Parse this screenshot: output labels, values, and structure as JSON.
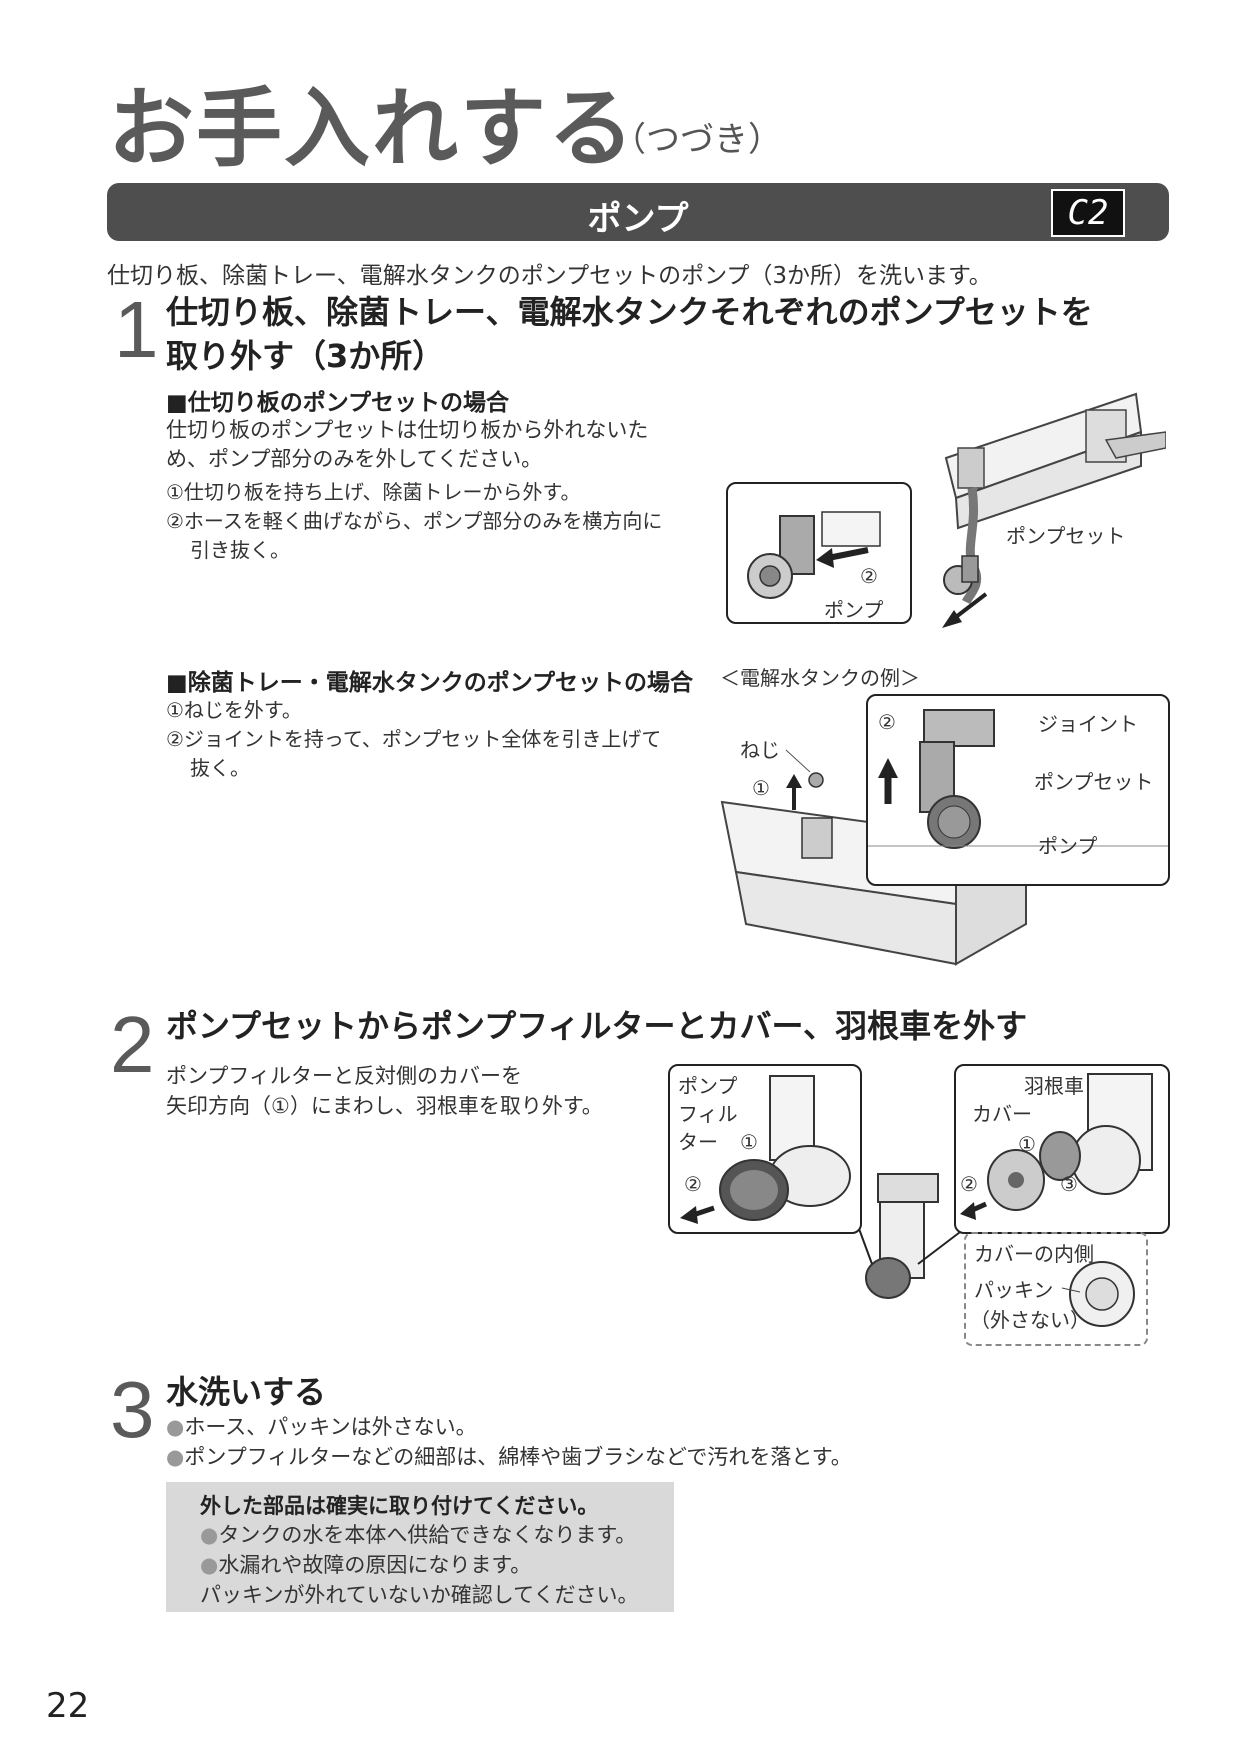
{
  "header": {
    "title": "お手入れする",
    "title_suffix": "（つづき）"
  },
  "section": {
    "title": "ポンプ",
    "code": "C2"
  },
  "intro": "仕切り板、除菌トレー、電解水タンクのポンプセットのポンプ（3か所）を洗います。",
  "steps": [
    {
      "number": "1",
      "title_line1": "仕切り板、除菌トレー、電解水タンクそれぞれのポンプセットを",
      "title_line2": "取り外す（3か所）",
      "partition": {
        "heading": "■仕切り板のポンプセットの場合",
        "text_line1": "仕切り板のポンプセットは仕切り板から外れないた",
        "text_line2": "め、ポンプ部分のみを外してください。",
        "item1": "①仕切り板を持ち上げ、除菌トレーから外す。",
        "item2_line1": "②ホースを軽く曲げながら、ポンプ部分のみを横方向に",
        "item2_line2": "引き抜く。",
        "fig_label_pumpset": "ポンプセット",
        "fig_label_pump": "ポンプ",
        "fig_marker": "②"
      },
      "tray": {
        "heading": "■除菌トレー・電解水タンクのポンプセットの場合",
        "item1": "①ねじを外す。",
        "item2_line1": "②ジョイントを持って、ポンプセット全体を引き上げて",
        "item2_line2": "抜く。",
        "fig_caption": "＜電解水タンクの例＞",
        "fig_label_screw": "ねじ",
        "fig_label_joint": "ジョイント",
        "fig_label_pumpset": "ポンプセット",
        "fig_label_pump": "ポンプ",
        "fig_marker1": "①",
        "fig_marker2": "②"
      }
    },
    {
      "number": "2",
      "title": "ポンプセットからポンプフィルターとカバー、羽根車を外す",
      "text_line1": "ポンプフィルターと反対側のカバーを",
      "text_line2": "矢印方向（①）にまわし、羽根車を取り外す。",
      "fig_label_filter1": "ポンプ",
      "fig_label_filter2": "フィル",
      "fig_label_filter3": "ター",
      "fig_label_impeller": "羽根車",
      "fig_label_cover": "カバー",
      "fig_inner_title": "カバーの内側",
      "fig_label_packing": "パッキン",
      "fig_label_not_remove": "（外さない）",
      "fig_marker1": "①",
      "fig_marker2": "②",
      "fig_marker3": "③"
    },
    {
      "number": "3",
      "title": "水洗いする",
      "bullet1": "ホース、パッキンは外さない。",
      "bullet2": "ポンプフィルターなどの細部は、綿棒や歯ブラシなどで汚れを落とす。"
    }
  ],
  "note": {
    "bold": "外した部品は確実に取り付けてください。",
    "bullet1": "タンクの水を本体へ供給できなくなります。",
    "bullet2": "水漏れや故障の原因になります。",
    "line3": "パッキンが外れていないか確認してください。"
  },
  "bullet_symbol": "●",
  "page_number": "22"
}
